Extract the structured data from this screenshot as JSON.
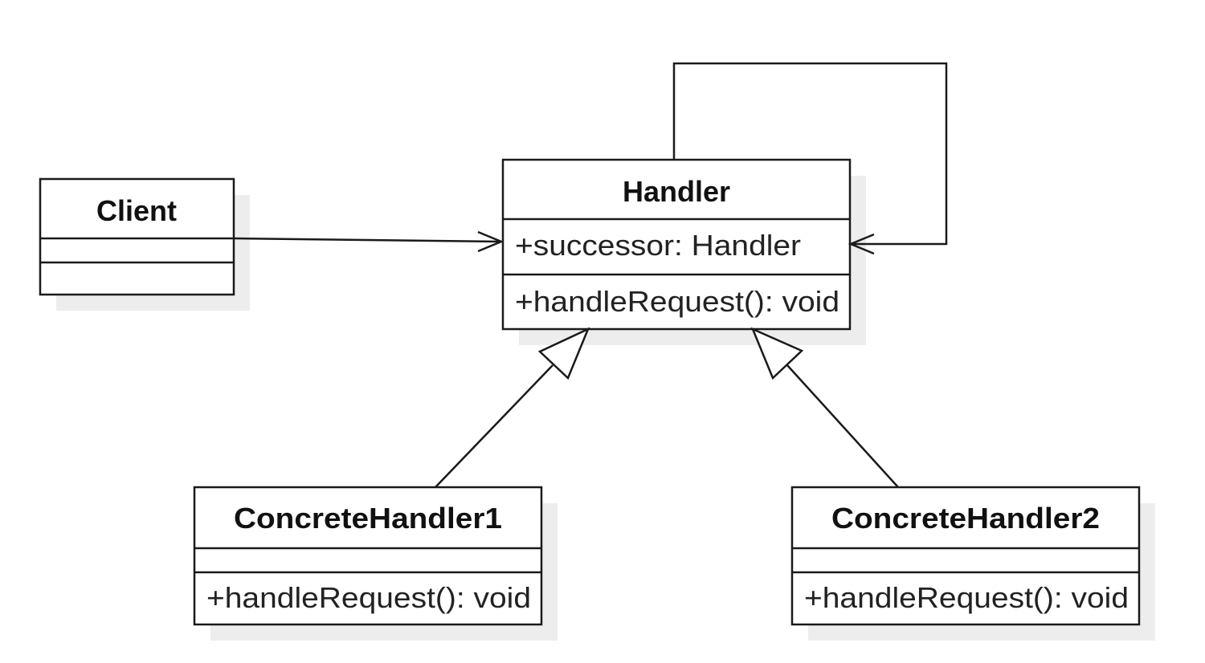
{
  "classes": {
    "client": {
      "name": "Client",
      "attributes": [],
      "methods": []
    },
    "handler": {
      "name": "Handler",
      "attributes": [
        "+successor: Handler"
      ],
      "methods": [
        "+handleRequest(): void"
      ]
    },
    "concrete_handler_1": {
      "name": "ConcreteHandler1",
      "attributes": [],
      "methods": [
        "+handleRequest(): void"
      ]
    },
    "concrete_handler_2": {
      "name": "ConcreteHandler2",
      "attributes": [],
      "methods": [
        "+handleRequest(): void"
      ]
    }
  },
  "relations": [
    {
      "type": "association",
      "from": "Client",
      "to": "Handler"
    },
    {
      "type": "self-association",
      "from": "Handler",
      "to": "Handler"
    },
    {
      "type": "generalization",
      "from": "ConcreteHandler1",
      "to": "Handler"
    },
    {
      "type": "generalization",
      "from": "ConcreteHandler2",
      "to": "Handler"
    }
  ],
  "colors": {
    "line": "#1a1a1a",
    "fill": "#ffffff",
    "shadow": "#ededed"
  }
}
